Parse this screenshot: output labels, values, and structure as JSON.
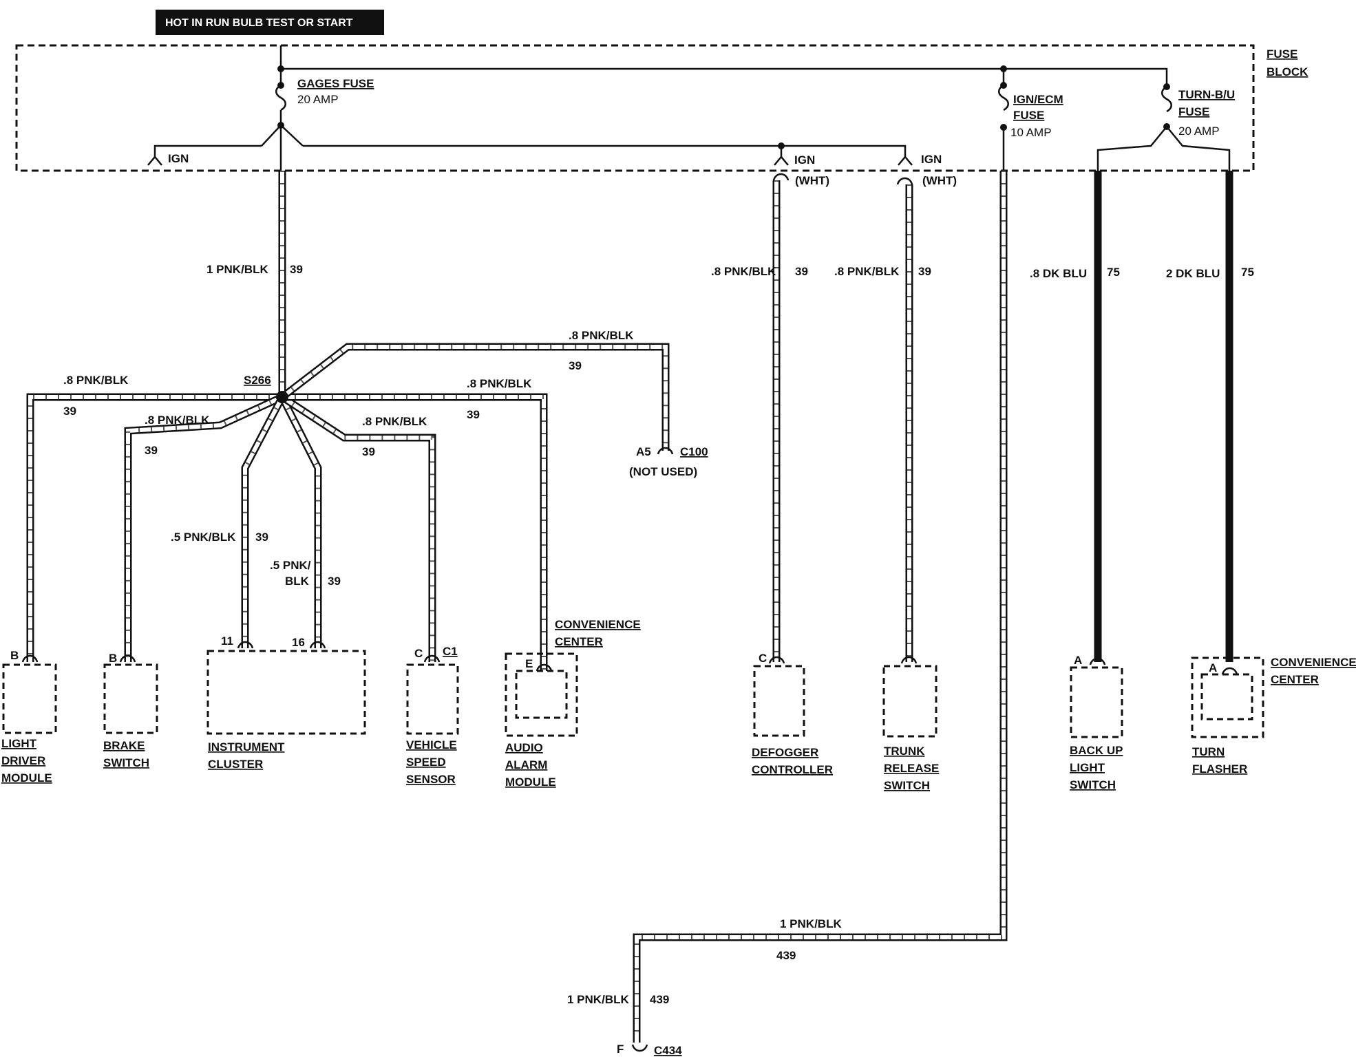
{
  "header": {
    "title": "HOT IN RUN  BULB TEST OR START"
  },
  "fuse_block": {
    "label_line1": "FUSE",
    "label_line2": "BLOCK"
  },
  "fuses": {
    "gages": {
      "name": "GAGES FUSE",
      "rating": "20 AMP"
    },
    "ign_ecm": {
      "name_line1": "IGN/ECM",
      "name_line2": "FUSE",
      "rating": "10 AMP"
    },
    "turn_bu": {
      "name_line1": "TURN-B/U",
      "name_line2": "FUSE",
      "rating": "20 AMP"
    }
  },
  "ign_labels": {
    "ign": "IGN",
    "wht": "(WHT)"
  },
  "splice": {
    "id": "S266"
  },
  "wires": {
    "main_feed": {
      "gauge": "1 PNK/BLK",
      "circuit": "39"
    },
    "to_light_driver": {
      "gauge": ".8 PNK/BLK",
      "circuit": "39"
    },
    "to_brake": {
      "gauge": ".8 PNK/BLK",
      "circuit": "39"
    },
    "to_cluster_11": {
      "gauge": ".5 PNK/BLK",
      "circuit": "39"
    },
    "to_cluster_16": {
      "gauge_line1": ".5 PNK/",
      "gauge_line2": "BLK",
      "circuit": "39"
    },
    "to_vss": {
      "gauge": ".8 PNK/BLK",
      "circuit": "39"
    },
    "to_audio": {
      "gauge": ".8 PNK/BLK",
      "circuit": "39"
    },
    "to_c100": {
      "gauge": ".8 PNK/BLK",
      "circuit": "39"
    },
    "to_defogger": {
      "gauge": ".8 PNK/BLK",
      "circuit": "39"
    },
    "to_trunk": {
      "gauge": ".8 PNK/BLK",
      "circuit": "39"
    },
    "to_backup": {
      "gauge": ".8 DK BLU",
      "circuit": "75"
    },
    "to_flasher": {
      "gauge": "2 DK BLU",
      "circuit": "75"
    },
    "ign_ecm_feed_horizontal": {
      "gauge": "1 PNK/BLK",
      "circuit": "439"
    },
    "ign_ecm_feed_vertical": {
      "gauge": "1 PNK/BLK",
      "circuit": "439"
    }
  },
  "connector_c100": {
    "pin": "A5",
    "name": "C100",
    "note": "(NOT USED)"
  },
  "connector_c434": {
    "pin": "F",
    "name": "C434"
  },
  "components": {
    "light_driver": {
      "pin": "B",
      "lines": [
        "LIGHT",
        "DRIVER",
        "MODULE"
      ]
    },
    "brake": {
      "pin": "B",
      "lines": [
        "BRAKE",
        "SWITCH"
      ]
    },
    "cluster": {
      "pin_a": "11",
      "pin_b": "16",
      "lines": [
        "INSTRUMENT",
        "CLUSTER"
      ]
    },
    "vss": {
      "pin": "C",
      "conn": "C1",
      "lines": [
        "VEHICLE",
        "SPEED",
        "SENSOR"
      ]
    },
    "audio": {
      "pin": "E",
      "lines": [
        "AUDIO",
        "ALARM",
        "MODULE"
      ],
      "conv_lines": [
        "CONVENIENCE",
        "CENTER"
      ]
    },
    "defogger": {
      "pin": "C",
      "lines": [
        "DEFOGGER",
        "CONTROLLER"
      ]
    },
    "trunk": {
      "lines": [
        "TRUNK",
        "RELEASE",
        "SWITCH"
      ]
    },
    "backup": {
      "pin": "A",
      "lines": [
        "BACK UP",
        "LIGHT",
        "SWITCH"
      ]
    },
    "flasher": {
      "pin": "A",
      "lines": [
        "TURN",
        "FLASHER"
      ],
      "conv_lines": [
        "CONVENIENCE",
        "CENTER"
      ]
    }
  }
}
